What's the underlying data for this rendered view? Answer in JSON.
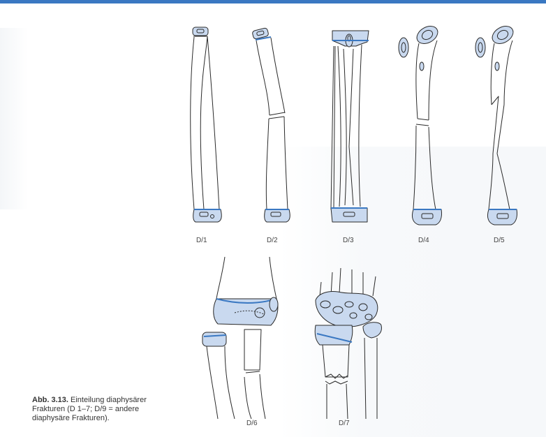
{
  "panels": [
    "D/1",
    "D/2",
    "D/3",
    "D/4",
    "D/5",
    "D/6",
    "D/7"
  ],
  "caption": {
    "label": "Abb. 3.13.",
    "text": "Einteilung diaphysärer Frakturen (D 1–7; D/9 = andere diaphysäre Frakturen)."
  },
  "colors": {
    "accent": "#3a78c2",
    "fill": "#c9d9ef",
    "line": "#2a2a2a"
  }
}
